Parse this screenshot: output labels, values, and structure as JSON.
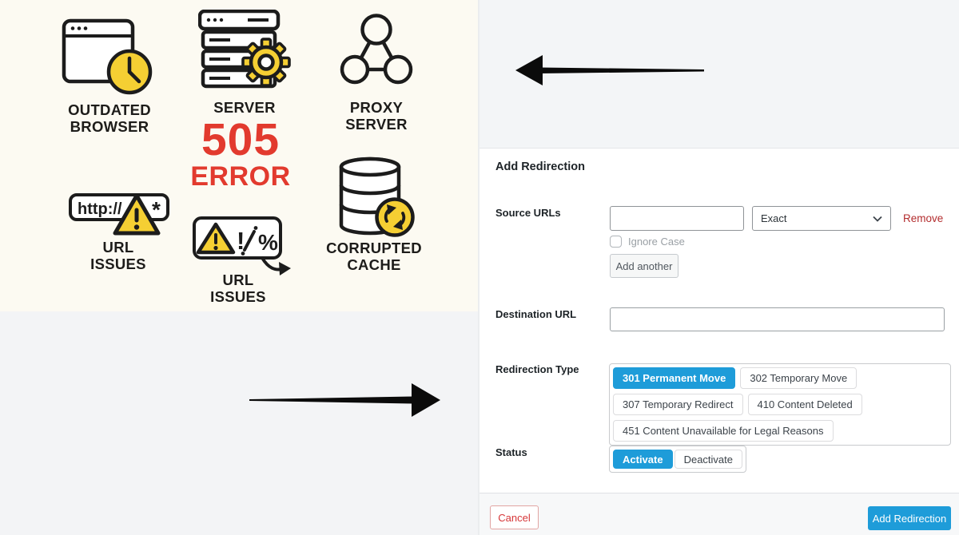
{
  "infographic": {
    "error_code": "505",
    "error_word": "ERROR",
    "url_box_text": "http://",
    "url_box_mark": "*",
    "symbols": {
      "exclaim": "!",
      "percent": "%"
    },
    "labels": {
      "outdated_browser": {
        "line1": "OUTDATED",
        "line2": "BROWSER"
      },
      "server": {
        "line1": "SERVER"
      },
      "proxy_server": {
        "line1": "PROXY",
        "line2": "SERVER"
      },
      "url_issues_left": {
        "line1": "URL",
        "line2": "ISSUES"
      },
      "url_issues_center": {
        "line1": "URL",
        "line2": "ISSUES"
      },
      "corrupted_cache": {
        "line1": "CORRUPTED",
        "line2": "CACHE"
      }
    },
    "colors": {
      "accent_yellow": "#f5cf33",
      "error_red": "#e23a2e",
      "ink": "#1c1c1c"
    }
  },
  "form": {
    "title": "Add Redirection",
    "source": {
      "label": "Source URLs",
      "url_value": "",
      "match_value": "Exact",
      "remove_label": "Remove",
      "ignore_case_label": "Ignore Case",
      "add_another_label": "Add another"
    },
    "destination": {
      "label": "Destination URL",
      "url_value": ""
    },
    "redirection_type": {
      "label": "Redirection Type",
      "options": [
        {
          "label": "301 Permanent Move",
          "selected": true
        },
        {
          "label": "302 Temporary Move",
          "selected": false
        },
        {
          "label": "307 Temporary Redirect",
          "selected": false
        },
        {
          "label": "410 Content Deleted",
          "selected": false
        },
        {
          "label": "451 Content Unavailable for Legal Reasons",
          "selected": false
        }
      ]
    },
    "status": {
      "label": "Status",
      "options": [
        {
          "label": "Activate",
          "selected": true
        },
        {
          "label": "Deactivate",
          "selected": false
        }
      ]
    },
    "footer": {
      "cancel_label": "Cancel",
      "submit_label": "Add Redirection"
    },
    "colors": {
      "primary_blue": "#1e9cd9",
      "danger_red": "#d63638"
    }
  }
}
